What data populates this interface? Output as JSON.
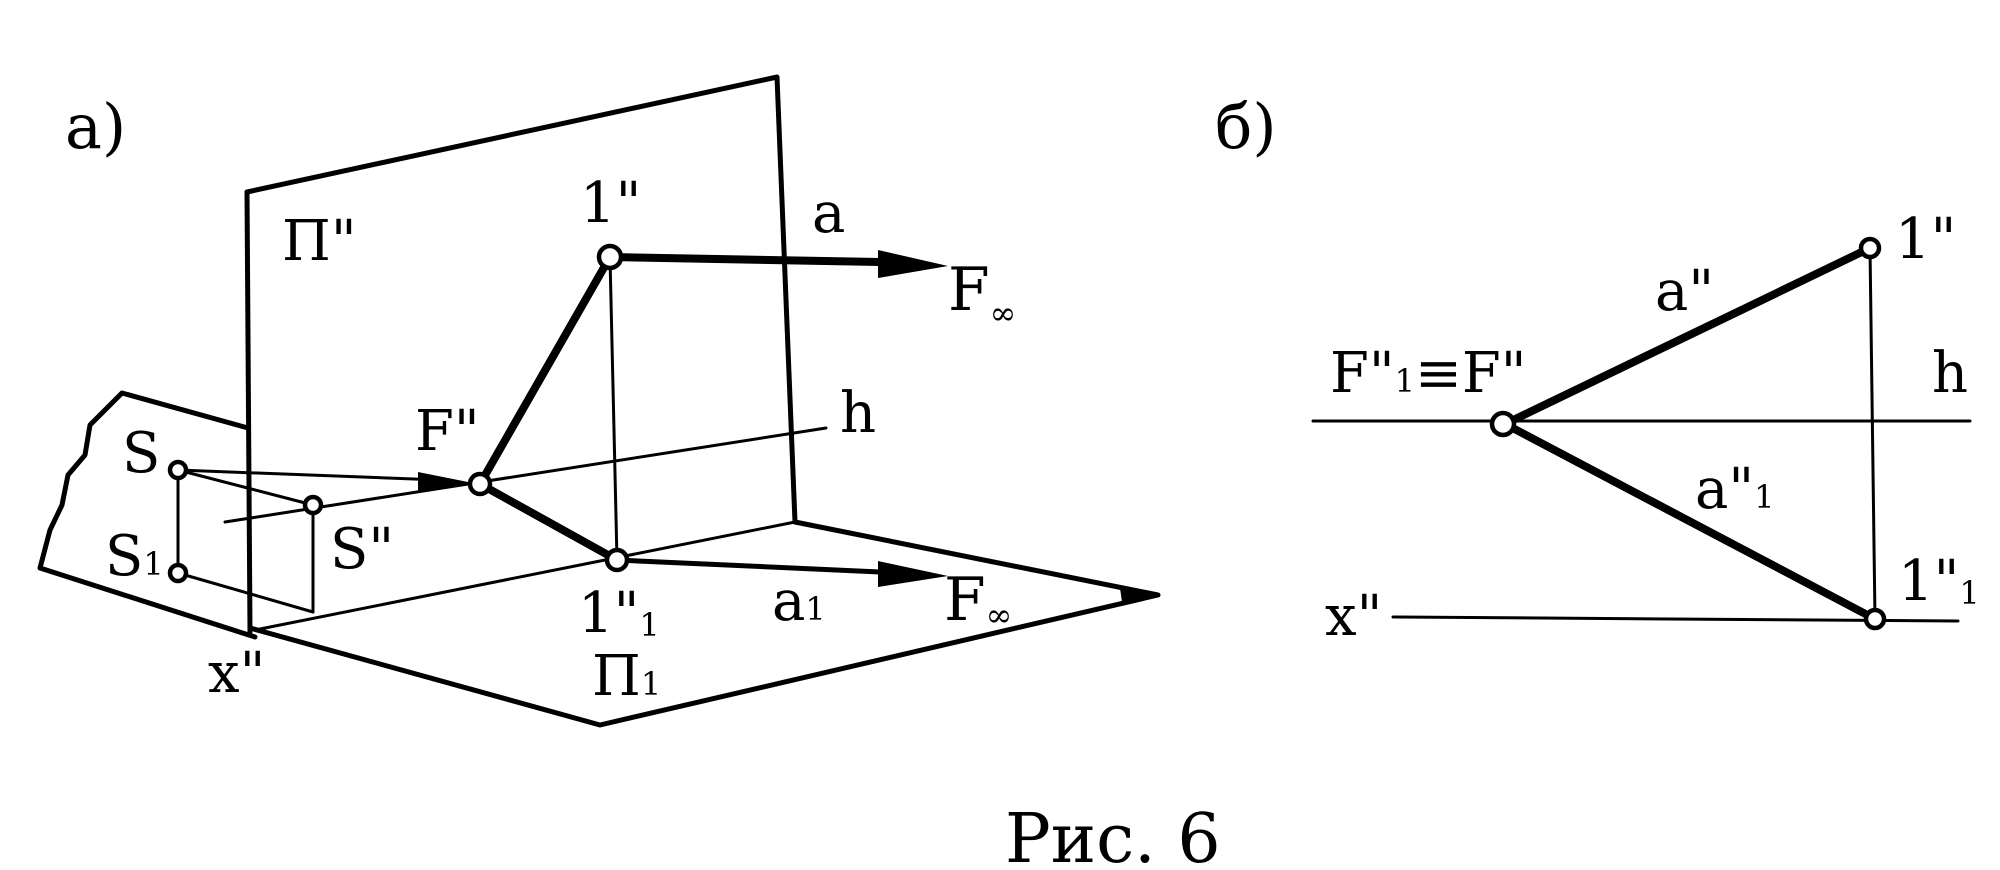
{
  "panels": {
    "a": {
      "tag": "а)",
      "labels": {
        "plane_vertical": "П\"",
        "point_1": "1\"",
        "line_a": "a",
        "F_inf_top": "F",
        "F_inf_top_sub": "∞",
        "horizon": "h",
        "F_prime": "F\"",
        "S": "S",
        "S1": "S",
        "S1_sub": "1",
        "S_prime": "S\"",
        "point_1_1": "1\"",
        "point_1_1_sub": "1",
        "line_a1": "a",
        "line_a1_sub": "1",
        "F_inf_bottom": "F",
        "F_inf_bottom_sub": "∞",
        "axis_x": "x\"",
        "plane_horizontal": "П",
        "plane_horizontal_sub": "1"
      }
    },
    "b": {
      "tag": "б)",
      "labels": {
        "F_coincident_part1": "F\"",
        "F_coincident_sub": "1",
        "F_coincident_part2": "≡F\"",
        "line_a": "a\"",
        "point_1": "1\"",
        "horizon": "h",
        "line_a1": "a\"",
        "line_a1_sub": "1",
        "point_1_1": "1\"",
        "point_1_1_sub": "1",
        "axis_x": "x\""
      }
    }
  },
  "caption": "Рис. 6"
}
